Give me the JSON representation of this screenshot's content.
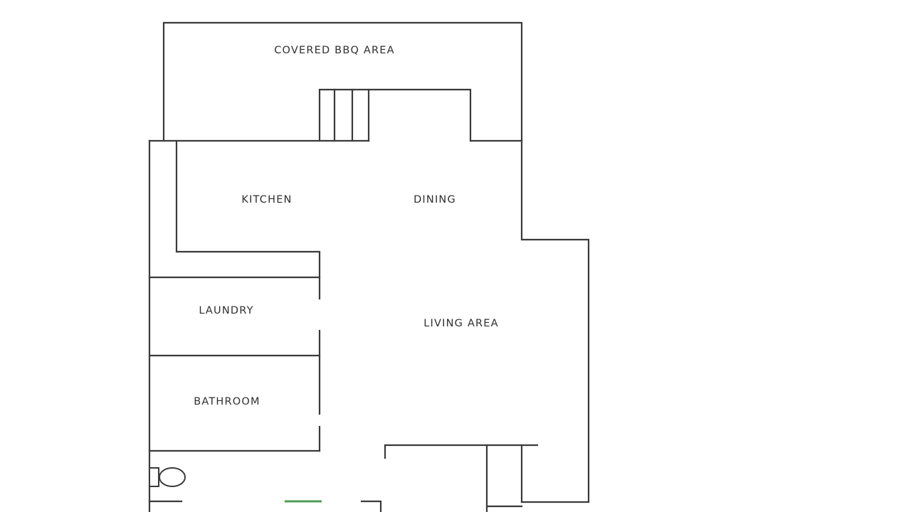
{
  "rooms": {
    "covered_bbq": "COVERED BBQ AREA",
    "kitchen": "KITCHEN",
    "dining": "DINING",
    "laundry": "LAUNDRY",
    "living": "LIVING AREA",
    "bathroom": "BATHROOM"
  },
  "colors": {
    "wall": "#3a3a3a",
    "text": "#2f2f2f",
    "background": "#ffffff",
    "accent_mark": "#2e8b3a"
  }
}
